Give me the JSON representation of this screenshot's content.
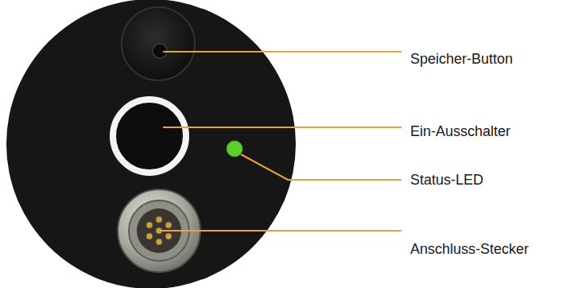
{
  "diagram": {
    "labels": [
      "Speicher-Button",
      "Ein-Ausschalter",
      "Status-LED",
      "Anschluss-Stecker"
    ]
  }
}
